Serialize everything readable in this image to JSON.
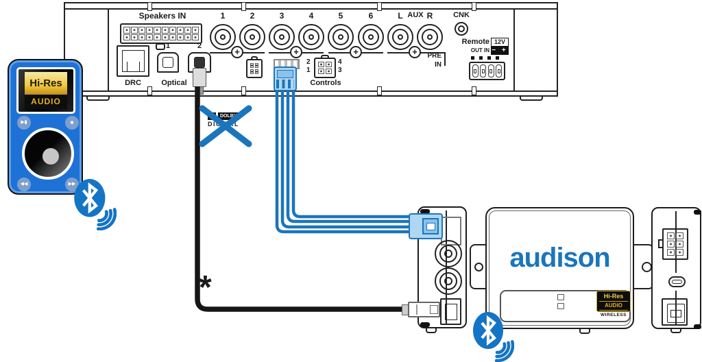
{
  "colors": {
    "blue": "#1B75BC",
    "bt": "#1474C5",
    "player": "#1E72D6",
    "gold": "#E8B11F",
    "gold_light": "#F6E9A6",
    "gold_dark": "#C28E1C"
  },
  "panel": {
    "speakers_in": "Speakers IN",
    "drc": "DRC",
    "optical": "Optical",
    "optical_1": "1",
    "optical_2": "2",
    "jacks": [
      "1",
      "2",
      "3",
      "4",
      "5",
      "6",
      "L",
      "R"
    ],
    "aux": "AUX",
    "plus": "+",
    "cnk": "CNK",
    "pre_line1": "PRE",
    "pre_line2": "IN",
    "controls": "Controls",
    "pin_tl": "2",
    "pin_bl": "1",
    "pin_tr": "4",
    "pin_br": "3",
    "remote": "Remote",
    "volt": "12V",
    "out_in": "OUT IN",
    "minus_plus": "− +"
  },
  "player": {
    "hires_line1": "Hi-Res",
    "hires_line2": "AUDIO",
    "btn_play": "▶▮",
    "btn_stop": "■",
    "btn_prev": "◀◀",
    "btn_next": "▶▶"
  },
  "bcon": {
    "brand": "audison",
    "badge_line1": "Hi-Res",
    "badge_line2": "AUDIO",
    "badge_line3": "WIRELESS"
  },
  "annotations": {
    "asterisk": "*",
    "dolby_word": "DOLBY",
    "digital_word": "DIGITAL"
  }
}
